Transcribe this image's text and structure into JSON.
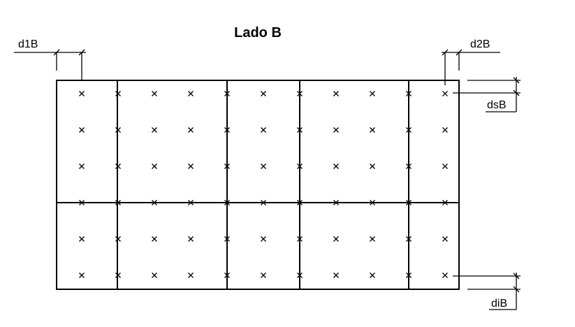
{
  "title": "Lado B",
  "dimensions": {
    "d1": "d1B",
    "d2": "d2B",
    "ds": "dsB",
    "di": "diB"
  },
  "grid": {
    "cells_horizontal": 5,
    "cells_vertical": 2,
    "point_columns": 11,
    "point_rows": 6
  },
  "colors": {
    "line": "#000000",
    "background": "#ffffff"
  }
}
